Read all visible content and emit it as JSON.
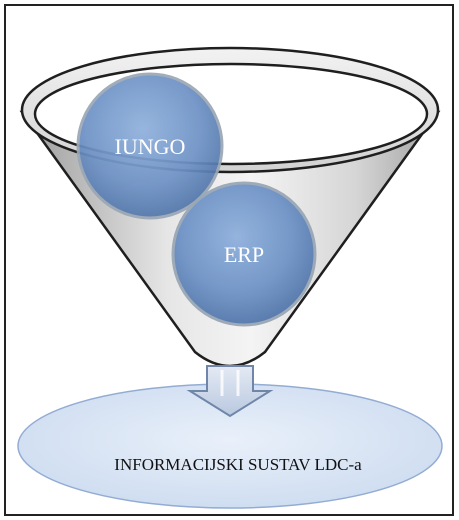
{
  "diagram": {
    "nodes": {
      "iungo": "IUNGO",
      "erp": "ERP"
    },
    "output_label": "INFORMACIJSKI SUSTAV LDC-a"
  },
  "colors": {
    "funnel_light": "#ececec",
    "funnel_dark": "#a9a9a9",
    "funnel_outline": "#1f1f1f",
    "circle_fill": "#6f93c6",
    "circle_dark": "#4f74a8",
    "circle_outline": "#9aa7b5",
    "arrow_fill": "#cfd8e8",
    "arrow_outline": "#6f86a8",
    "output_fill": "#dbe6f5",
    "output_outline": "#94acd3"
  }
}
